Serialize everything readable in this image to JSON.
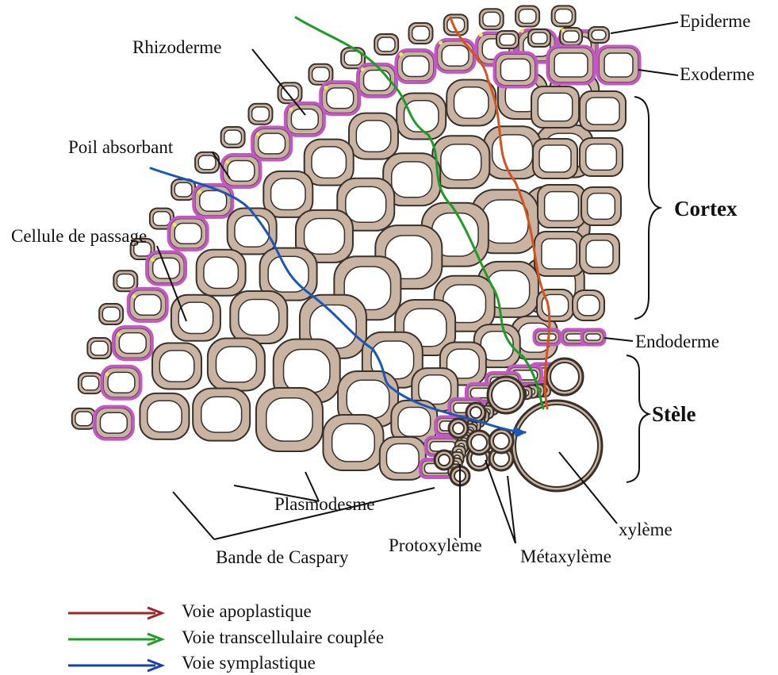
{
  "labels": {
    "epiderme": "Epiderme",
    "exoderme": "Exoderme",
    "rhizoderme": "Rhizoderme",
    "poil_absorbant": "Poil absorbant",
    "cortex": "Cortex",
    "cellule_de_passage": "Cellule de passage",
    "endoderme": "Endoderme",
    "stele": "Stèle",
    "plasmodesme": "Plasmodesme",
    "xyleme": "xylème",
    "bande_de_caspary": "Bande de Caspary",
    "protoxyleme": "Protoxylème",
    "metaxyleme": "Métaxylème"
  },
  "legend": [
    {
      "label": "Voie apoplastique",
      "color": "#a0242a"
    },
    {
      "label": "Voie transcellulaire couplée",
      "color": "#1f9b2a"
    },
    {
      "label": "Voie symplastique",
      "color": "#1b3fa8"
    }
  ],
  "colors": {
    "cell_fill": "#efe6de",
    "cell_wall": "#c9b4a3",
    "cell_outline": "#3a302a",
    "cell_inner": "#ffffff",
    "casparian_band": "#c258c2",
    "plasmodesma": "#f2e36a",
    "apoplastic_path": "#d2541f",
    "transcellular_path": "#1f9b2a",
    "symplastic_path": "#1b56b8"
  }
}
